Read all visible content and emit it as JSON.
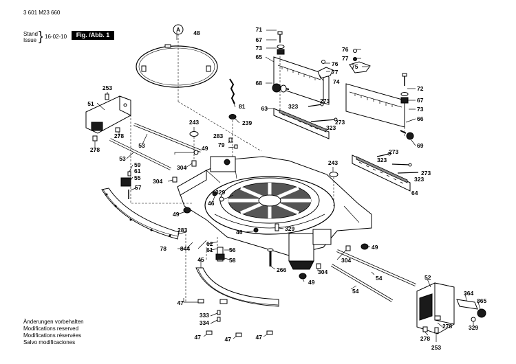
{
  "header": {
    "doc_number": "3 601 M23 660",
    "stand_label": "Stand",
    "issue_label": "Issue",
    "date": "16-02-10",
    "figure": "Fig. /Abb. 1"
  },
  "callout_a": "A",
  "footer": {
    "lines": [
      "Änderungen vorbehalten",
      "Modifications reserved",
      "Modifications réservées",
      "Salvo modificaciones"
    ]
  },
  "labels": {
    "l48": "48",
    "l71": "71",
    "l67a": "67",
    "l73a": "73",
    "l65": "65",
    "l76a": "76",
    "l77a": "77",
    "l76b": "76",
    "l77b": "77",
    "l75": "75",
    "l74": "74",
    "l72": "72",
    "l67b": "67",
    "l73b": "73",
    "l66": "66",
    "l68": "68",
    "l253a": "253",
    "l51": "51",
    "l278a": "278",
    "l278b": "278",
    "l81": "81",
    "l239": "239",
    "l63": "63",
    "l323a": "323",
    "l273a": "273",
    "l323b": "323",
    "l273b": "273",
    "l243a": "243",
    "l283a": "283",
    "l79": "79",
    "l49a": "49",
    "l53a": "53",
    "l53b": "53",
    "l59": "59",
    "l61a": "61",
    "l55": "55",
    "l304a": "304",
    "l304b": "304",
    "l57": "57",
    "l329a": "329",
    "l46a": "46",
    "l49b": "49",
    "l243b": "243",
    "l273c": "273",
    "l323c": "323",
    "l273d": "273",
    "l323d": "323",
    "l64": "64",
    "l69": "69",
    "l283b": "283",
    "l46b": "46",
    "l329b": "329",
    "l78": "78",
    "l844": "844",
    "l62": "62",
    "l61b": "61",
    "l56": "56",
    "l58": "58",
    "l45": "45",
    "l49c": "49",
    "l304c": "304",
    "l266": "266",
    "l304d": "304",
    "l49d": "49",
    "l54a": "54",
    "l54b": "54",
    "l52": "52",
    "l364": "364",
    "l365": "365",
    "l47a": "47",
    "l333": "333",
    "l334": "334",
    "l47b": "47",
    "l47c": "47",
    "l47d": "47",
    "l253b": "253",
    "l278c": "278",
    "l278d": "278",
    "l329c": "329"
  }
}
